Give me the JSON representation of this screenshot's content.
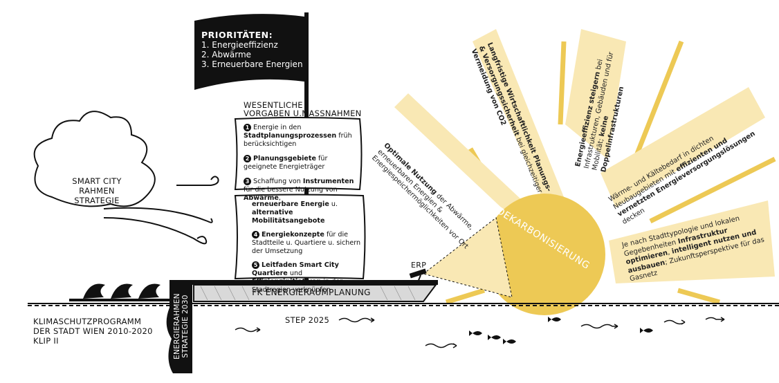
{
  "flag": {
    "title": "PRIORITÄTEN:",
    "items": [
      "1. Energieeffizienz",
      "2. Abwärme",
      "3. Erneuerbare Energien"
    ]
  },
  "mast_label": {
    "line1": "WESENTLICHE",
    "line2": "VORGABEN U.MASSNAHMEN"
  },
  "sail_top": {
    "items": [
      {
        "num": "1",
        "pre": "Energie in den ",
        "bold": "Stadtplanungsprozessen",
        "post": " früh berücksichtigen"
      },
      {
        "num": "2",
        "pre": "",
        "bold": "Planungsgebiete",
        "post": " für geeignete Energieträger"
      },
      {
        "num": "3",
        "pre": "Schaffung von ",
        "bold": "Instrumenten",
        "post": " für die bessere Nutzung von ",
        "bold2": "Abwärme",
        "post2": ","
      }
    ]
  },
  "sail_bottom": {
    "intro_bold1": "erneuerbare Energie",
    "intro_mid": " u. ",
    "intro_bold2": "alternative Mobilitätsangebote",
    "items": [
      {
        "num": "4",
        "bold": "Energiekonzepte",
        "post": " für die Stadtteile u. Quartiere u. sichern der Umsetzung"
      },
      {
        "num": "5",
        "bold": "Leitfaden Smart City Quartiere",
        "post": " und ",
        "bold2": "Effizienzinitiativen",
        "post2": " in der Stadtregion verknüpfen"
      }
    ]
  },
  "cloud": {
    "line1": "SMART CITY RAHMEN",
    "line2": "STRATEGIE"
  },
  "hull_label": "FK ENERGIERAUMPLANUNG",
  "erp_label": "ERP",
  "sun_label": "DEKARBONISIERUNG",
  "keel": {
    "line1": "ENERGIERAHMEN",
    "line2": "STRATEGIE 2030"
  },
  "klip": {
    "line1": "KLIMASCHUTZPROGRAMM",
    "line2": "DER STADT WIEN 2010-2020",
    "line3": "KLIP II"
  },
  "step_label": "STEP 2025",
  "rays": {
    "r1": {
      "bold": "Optimale Nutzung",
      "post": " der Abwärme, erneuerbaren Energien & Energiespeichermöglichkeiten vor Ort"
    },
    "r2": {
      "bold": "Langfristige Wirtschaftlichkeit Planungs- & Versorgungssicherheit",
      "post": " bei gleichzeitiger ",
      "bold2": "Vermeidung von CO2"
    },
    "r3": {
      "bold": "Energieeffizienz steigern",
      "post": " bei Infrastrukturen, Gebäuden und für Mobilität; ",
      "bold2": "keine Doppelinfrastrukturen"
    },
    "r4": {
      "pre": "Wärme- und Kältebedarf in dichten Neubaugebieten mit ",
      "bold": "effizienten und vernetzten Energieversorgungslösungen",
      "post": " decken"
    },
    "r5": {
      "pre": "Je nach Stadttypologie und lokalen Gegebenheiten ",
      "bold": "Infrastruktur optimieren",
      "post": ", ",
      "bold2": "intelligent nutzen und ausbauen",
      "post2": "; Zukunftsperspektive für das Gasnetz"
    }
  },
  "colors": {
    "sun": "#edc955",
    "ray": "#f9e8b4",
    "ink": "#111111",
    "hull": "#d9d9d9"
  }
}
